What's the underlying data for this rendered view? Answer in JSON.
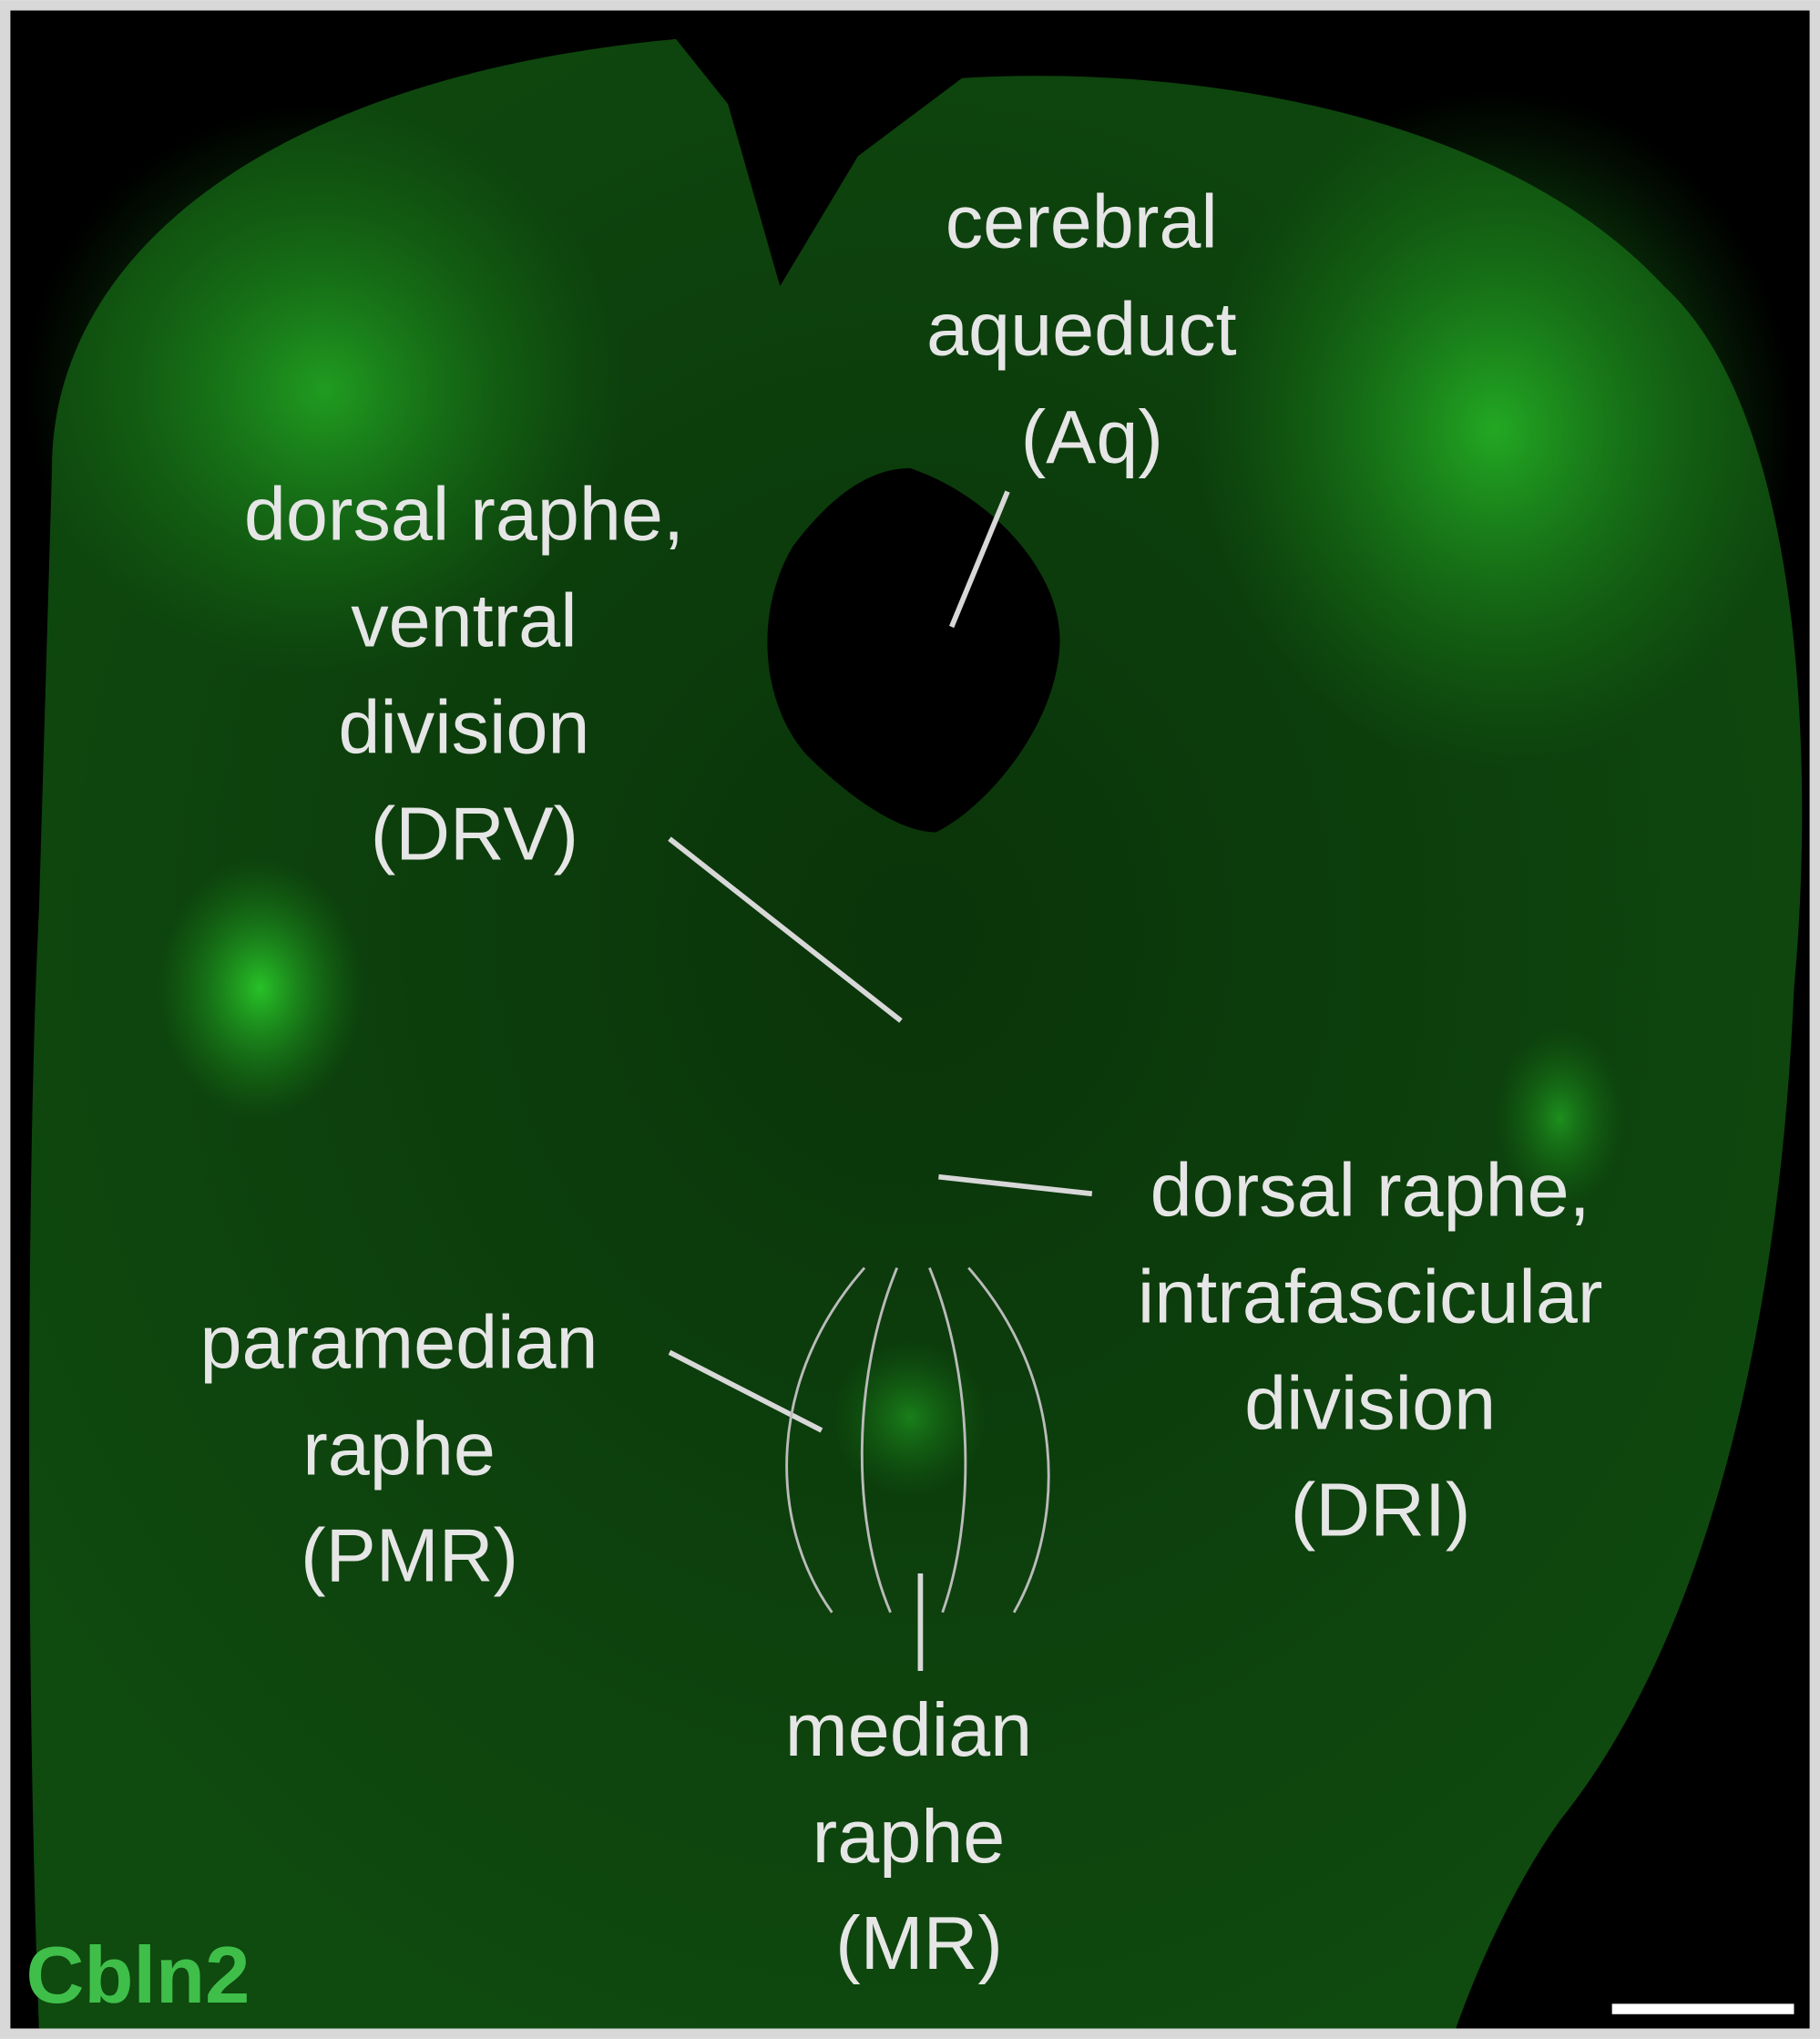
{
  "marker": {
    "label": "Cbln2",
    "color": "#3fbf4a"
  },
  "colors": {
    "tissue": "#0c3d0c",
    "bright": "#2fd92f",
    "background": "#000000",
    "frame": "#d8d8d8"
  },
  "labels": {
    "aq": [
      "cerebral",
      "aqueduct",
      "(Aq)"
    ],
    "drv": [
      "dorsal raphe,",
      "ventral",
      "division",
      "(DRV)"
    ],
    "dri": [
      "dorsal raphe,",
      "intrafascicular",
      "division",
      "(DRI)"
    ],
    "pmr": [
      "paramedian",
      "raphe",
      "(PMR)"
    ],
    "mr": [
      "median",
      "raphe",
      "(MR)"
    ]
  }
}
